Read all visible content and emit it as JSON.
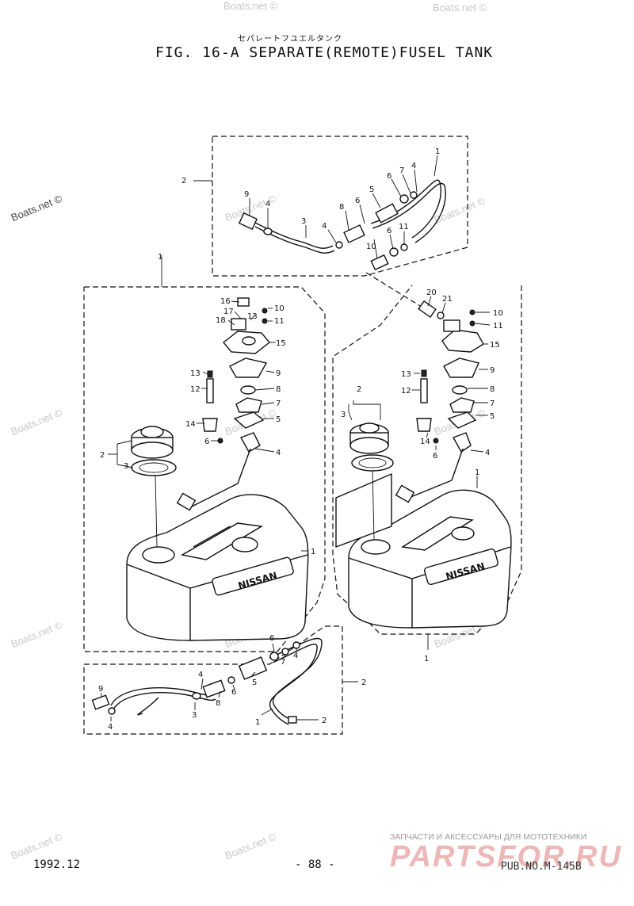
{
  "header": {
    "subtitle_jp": "セパレートフユエルタンク",
    "title": "FIG. 16-A SEPARATE(REMOTE)FUSEL TANK"
  },
  "watermark": {
    "text": "Boats.net ©"
  },
  "tank_brand": "NISSAN",
  "callouts": {
    "n1": "1",
    "n2": "2",
    "n3": "3",
    "n4": "4",
    "n5": "5",
    "n6": "6",
    "n7": "7",
    "n8": "8",
    "n9": "9",
    "n10": "10",
    "n11": "11",
    "n12": "12",
    "n13": "13",
    "n14": "14",
    "n15": "15",
    "n16": "16",
    "n17": "17",
    "n18": "18",
    "n20": "20",
    "n21": "21"
  },
  "footer": {
    "date": "1992.12",
    "page": "- 88 -",
    "pub_no": "PUB.NO.M-145B"
  },
  "ad": {
    "tagline": "ЗАПЧАСТИ И АКСЕССУАРЫ ДЛЯ МОТОТЕХНИКИ",
    "logo": "PARTSFOR.RU"
  }
}
